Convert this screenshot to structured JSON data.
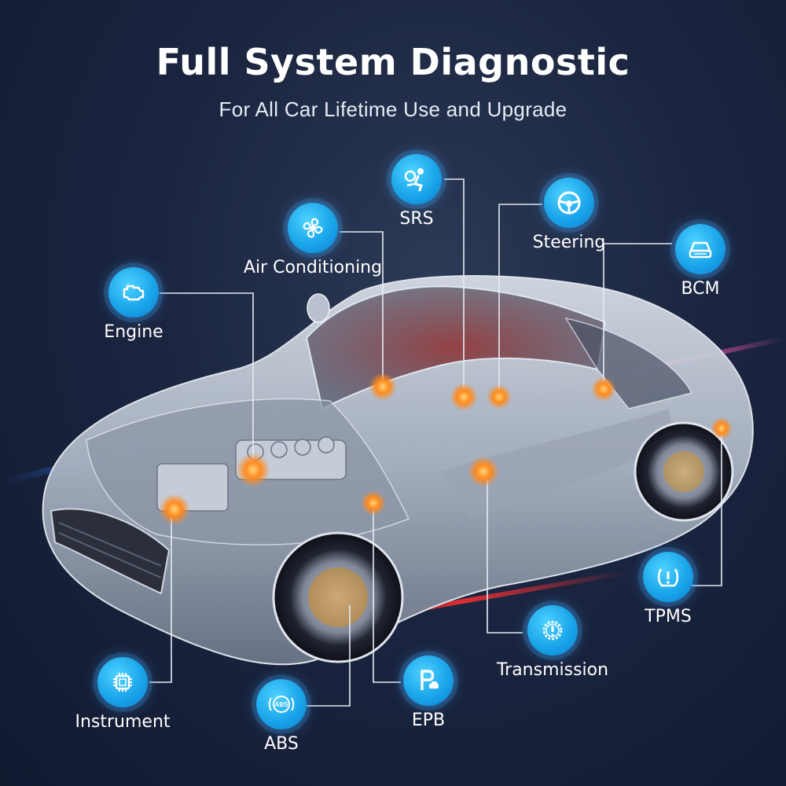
{
  "title": "Full System Diagnostic",
  "subtitle": "For All Car Lifetime Use and Upgrade",
  "colors": {
    "accent_blue": "#1aa5ea",
    "hotspot_orange": "#ff8a1e",
    "background": "#1b2540"
  },
  "features": [
    {
      "key": "srs",
      "label": "SRS",
      "icon": "airbag-person-icon"
    },
    {
      "key": "air",
      "label": "Air Conditioning",
      "icon": "fan-icon"
    },
    {
      "key": "steering",
      "label": "Steering",
      "icon": "steering-wheel-icon"
    },
    {
      "key": "bcm",
      "label": "BCM",
      "icon": "car-body-icon"
    },
    {
      "key": "engine",
      "label": "Engine",
      "icon": "engine-check-icon"
    },
    {
      "key": "tpms",
      "label": "TPMS",
      "icon": "tire-pressure-icon"
    },
    {
      "key": "transmission",
      "label": "Transmission",
      "icon": "gear-warning-icon"
    },
    {
      "key": "instrument",
      "label": "Instrument",
      "icon": "chip-icon"
    },
    {
      "key": "epb",
      "label": "EPB",
      "icon": "parking-brake-icon"
    },
    {
      "key": "abs",
      "label": "ABS",
      "icon": "abs-icon",
      "icon_text": "ABS"
    }
  ]
}
